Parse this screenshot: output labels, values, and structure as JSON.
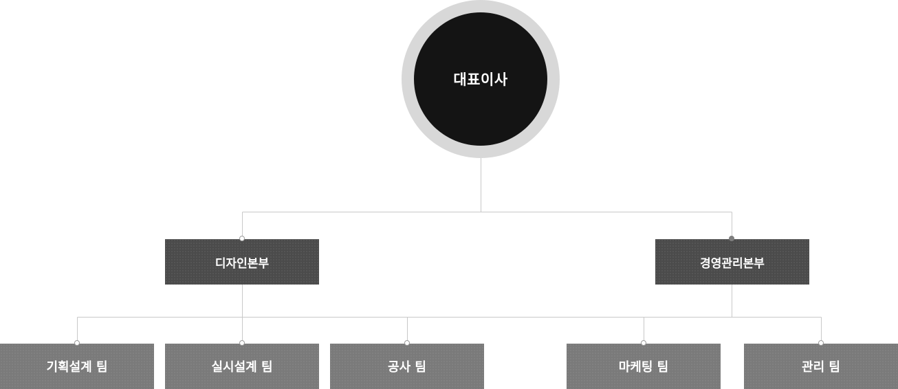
{
  "org_chart": {
    "root": {
      "label": "대표이사"
    },
    "divisions": [
      {
        "key": "design",
        "label": "디자인본부"
      },
      {
        "key": "management",
        "label": "경영관리본부"
      }
    ],
    "teams": [
      {
        "label": "기획설계 팀",
        "division": "design"
      },
      {
        "label": "실시설계 팀",
        "division": "design"
      },
      {
        "label": "공사 팀",
        "division": "design"
      },
      {
        "label": "마케팅 팀",
        "division": "management"
      },
      {
        "label": "관리 팀",
        "division": "management"
      }
    ]
  },
  "colors": {
    "root_fill": "#141414",
    "root_ring": "#d8d8d8",
    "division_fill": "#4b4b4b",
    "team_fill": "#7a7a7a",
    "connector": "#c8c8c8"
  }
}
